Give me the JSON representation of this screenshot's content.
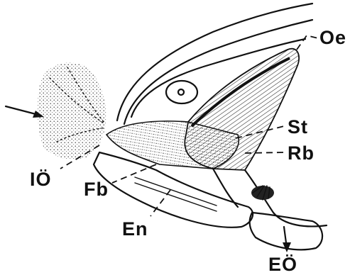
{
  "labels": {
    "oe": "Oe",
    "st": "St",
    "rb": "Rb",
    "io": "IÖ",
    "fb": "Fb",
    "en": "En",
    "eo": "EÖ"
  }
}
